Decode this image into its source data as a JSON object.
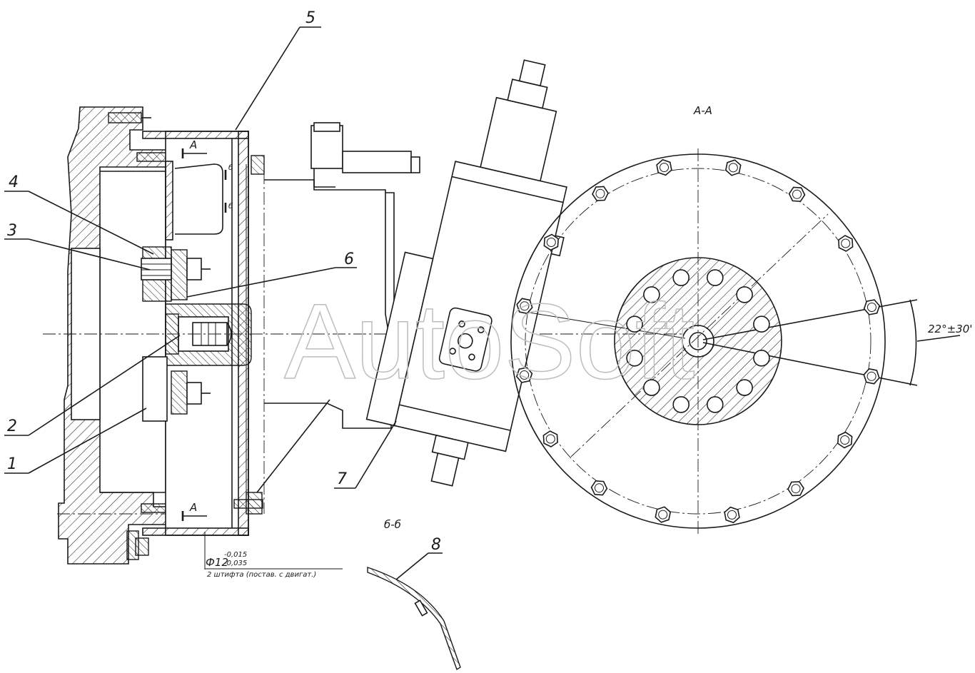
{
  "drawing": {
    "watermark": "AutoSoft",
    "callouts": [
      {
        "id": "callout-1",
        "label": "1"
      },
      {
        "id": "callout-2",
        "label": "2"
      },
      {
        "id": "callout-3",
        "label": "3"
      },
      {
        "id": "callout-4",
        "label": "4"
      },
      {
        "id": "callout-5",
        "label": "5"
      },
      {
        "id": "callout-6",
        "label": "6"
      },
      {
        "id": "callout-7",
        "label": "7"
      },
      {
        "id": "callout-8",
        "label": "8"
      }
    ],
    "section_aa_title": "А-А",
    "section_bb_title": "б-б",
    "section_mark_a": "А",
    "section_mark_b": "б",
    "angle_dimension": "22°±30'",
    "diameter_dimension": "Ф12",
    "diameter_tolerance": "-0,015",
    "diameter_tolerance_low": "-0,035",
    "pin_note": "2 штифта (постав. с двигат.)"
  }
}
